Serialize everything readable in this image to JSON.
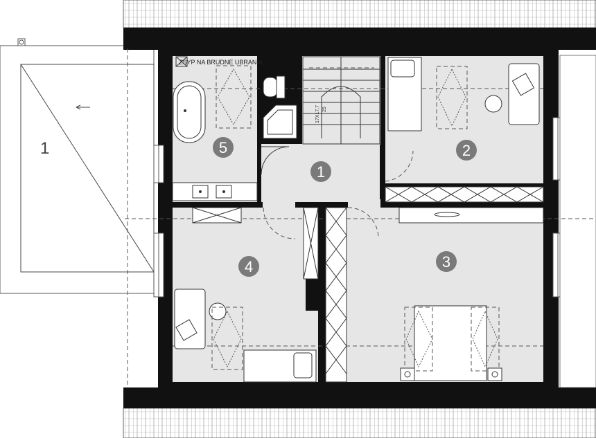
{
  "plan": {
    "laundry_label": "ZSYP NA BRUDNE UBRANIA",
    "stair_dims": "17X17,7",
    "stair_width": "25",
    "terrace_number": "1",
    "rooms": [
      {
        "id": "room-1",
        "number": "1"
      },
      {
        "id": "room-2",
        "number": "2"
      },
      {
        "id": "room-3",
        "number": "3"
      },
      {
        "id": "room-4",
        "number": "4"
      },
      {
        "id": "room-5",
        "number": "5"
      }
    ]
  }
}
